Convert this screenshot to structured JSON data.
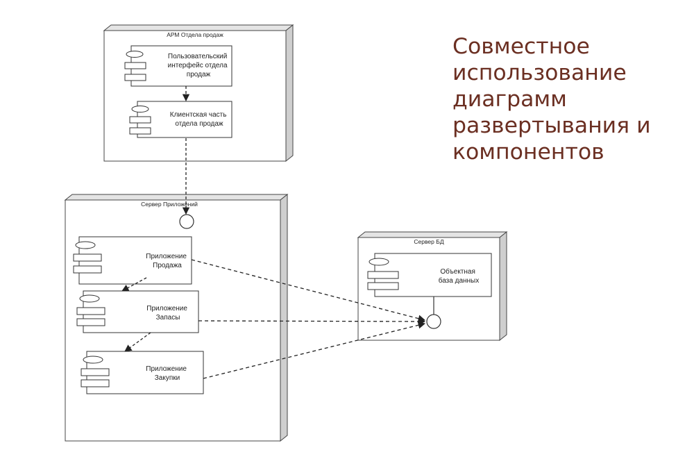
{
  "title": {
    "lines": [
      "Совместное",
      "использование",
      "диаграмм",
      "развертывания и",
      "компонентов"
    ]
  },
  "colors": {
    "title_text": "#6b2f22",
    "node_face": "#ffffff",
    "node_side": "#d0d0d0",
    "stroke": "#333333"
  },
  "nodes": {
    "arm": {
      "title": "АРМ Отдела продаж",
      "components": {
        "ui": [
          "Пользовательский",
          "интерфейс отдела",
          "продаж"
        ],
        "client": [
          "Клиентская часть",
          "отдела продаж"
        ]
      }
    },
    "app_server": {
      "title": "Сервер Приложений",
      "components": {
        "sales": [
          "Приложение",
          "Продажа"
        ],
        "stock": [
          "Приложение",
          "Запасы"
        ],
        "purchases": [
          "Приложение",
          "Закупки"
        ]
      }
    },
    "db_server": {
      "title": "Сервер БД",
      "components": {
        "db": [
          "Объектная",
          "база данных"
        ]
      }
    }
  }
}
